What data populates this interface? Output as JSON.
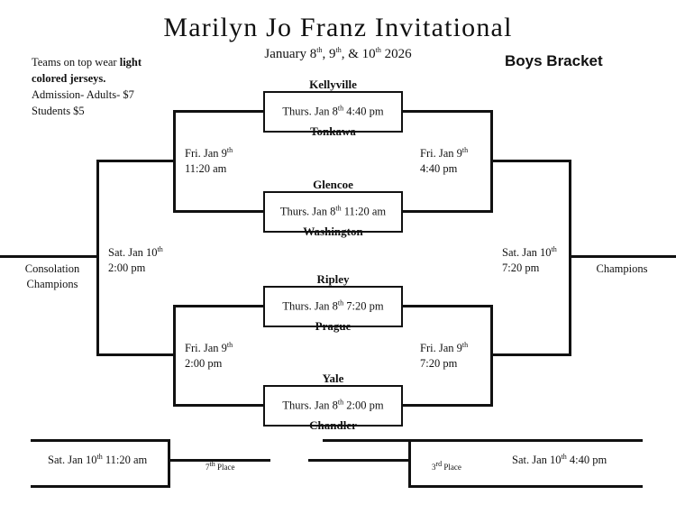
{
  "header": {
    "title": "Marilyn Jo Franz Invitational",
    "subtitle_prefix": "January 8",
    "subtitle_mid": ", 9",
    "subtitle_mid2": ", & 10",
    "subtitle_year": " 2026",
    "sup_th": "th",
    "bracket_type": "Boys Bracket"
  },
  "notes": {
    "line1_plain": "Teams on top wear ",
    "line1_bold": "light",
    "line2_bold": "colored jerseys.",
    "line3": "Admission- Adults- $7",
    "line4": "Students $5"
  },
  "round1": {
    "game1": {
      "top_team": "Kellyville",
      "bottom_team": "Tonkawa",
      "day": "Thurs. Jan 8",
      "sup": "th",
      "time": " 4:40 pm"
    },
    "game2": {
      "top_team": "Glencoe",
      "bottom_team": "Washington",
      "day": "Thurs. Jan 8",
      "sup": "th",
      "time": " 11:20 am"
    },
    "game3": {
      "top_team": "Ripley",
      "bottom_team": "Prague",
      "day": "Thurs. Jan 8",
      "sup": "th",
      "time": " 7:20 pm"
    },
    "game4": {
      "top_team": "Yale",
      "bottom_team": "Chandler",
      "day": "Thurs. Jan 8",
      "sup": "th",
      "time": " 2:00 pm"
    }
  },
  "consolation_semis": {
    "upper": {
      "day": "Fri. Jan 9",
      "sup": "th",
      "time": "11:20 am"
    },
    "lower": {
      "day": "Fri. Jan 9",
      "sup": "th",
      "time": "2:00 pm"
    }
  },
  "winners_semis": {
    "upper": {
      "day": "Fri. Jan 9",
      "sup": "th",
      "time": "4:40 pm"
    },
    "lower": {
      "day": "Fri. Jan 9",
      "sup": "th",
      "time": "7:20 pm"
    }
  },
  "consolation_final": {
    "day": "Sat. Jan 10",
    "sup": "th",
    "time": "2:00 pm",
    "outcome_line1": "Consolation",
    "outcome_line2": "Champions"
  },
  "championship": {
    "day": "Sat. Jan 10",
    "sup": "th",
    "time": "7:20 pm",
    "outcome": "Champions"
  },
  "placement": {
    "seventh": {
      "time_text": "Sat. Jan 10",
      "sup": "th",
      "time_suffix": " 11:20 am",
      "label_num": "7",
      "label_sup": "th",
      "label_word": " Place"
    },
    "third": {
      "time_text": "Sat. Jan 10",
      "sup": "th",
      "time_suffix": " 4:40 pm",
      "label_num": "3",
      "label_sup": "rd",
      "label_word": " Place"
    }
  },
  "colors": {
    "ink": "#111111",
    "paper": "#ffffff"
  }
}
